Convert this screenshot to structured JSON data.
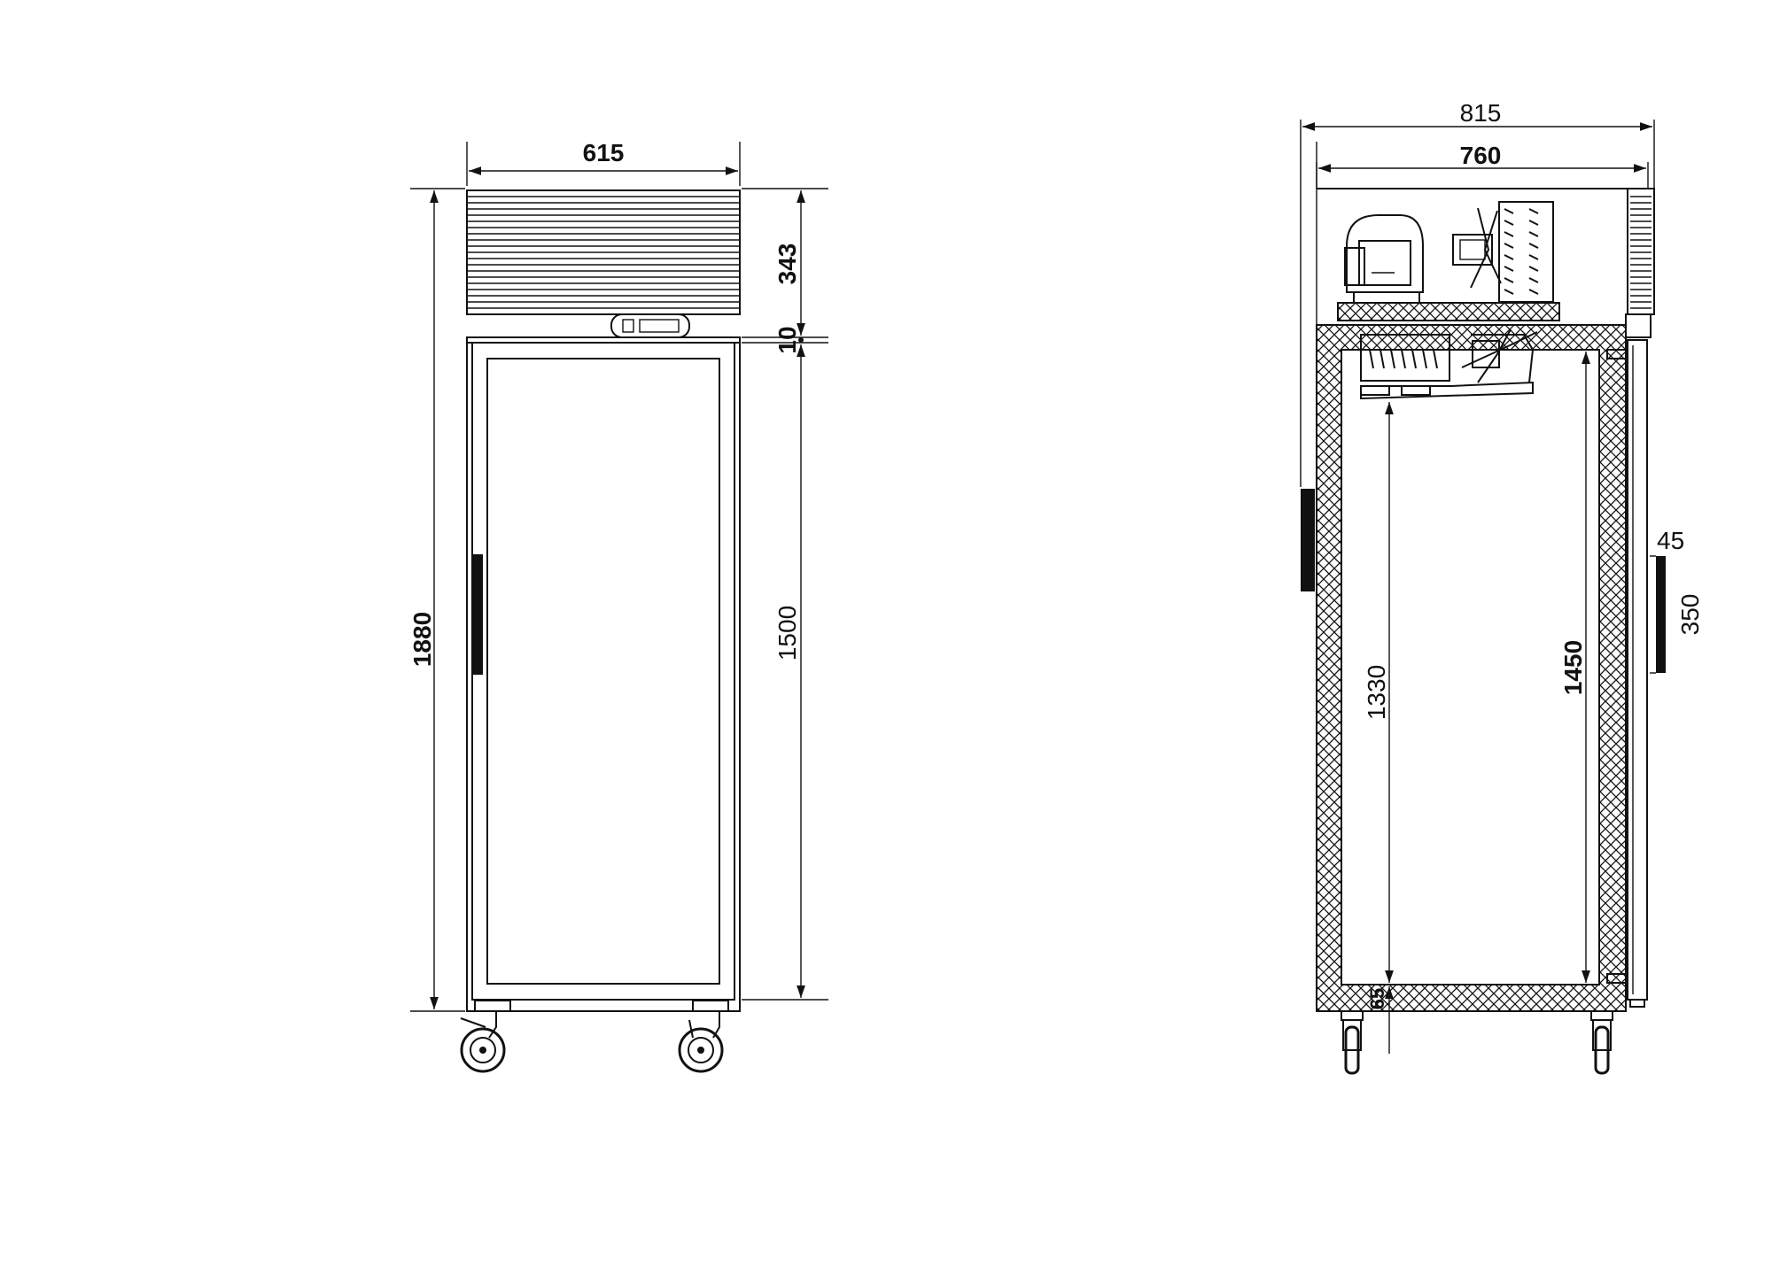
{
  "front_view": {
    "width_label": "615",
    "total_height_label": "1880",
    "top_unit_label": "343",
    "gap_label": "10",
    "door_height_label": "1500"
  },
  "side_view": {
    "overall_depth_label": "815",
    "body_depth_label": "760",
    "interior_height_label": "1330",
    "clear_height_label": "1450",
    "base_label": "65",
    "handle_offset_label": "45",
    "handle_length_label": "350"
  },
  "colors": {
    "line": "#111111",
    "background": "#ffffff"
  }
}
